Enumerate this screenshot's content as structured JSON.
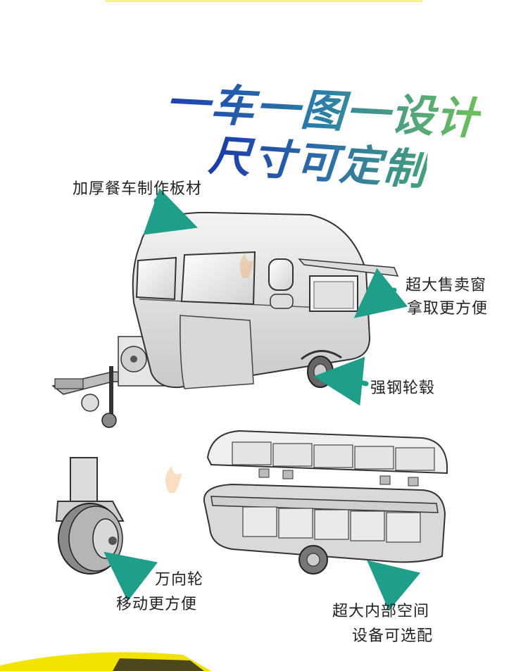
{
  "headline": {
    "line1": "一车一图一设计",
    "line2": "尺寸可定制"
  },
  "callouts": {
    "board": "加厚餐车制作板材",
    "window_line1": "超大售卖窗",
    "window_line2": "拿取更方便",
    "hub": "强钢轮毂",
    "wheel_line1": "万向轮",
    "wheel_line2": "移动更方便",
    "space_line1": "超大内部空间",
    "space_line2": "设备可选配"
  },
  "colors": {
    "arrow": "#1f9e8a",
    "bottom_band": "#f2e200",
    "headline_blue": "#1e3fb0",
    "headline_green": "#6fc05a"
  },
  "icons": {
    "arrow": "curved-teal-arrow-icon",
    "watermark": "flame-logo-watermark"
  }
}
